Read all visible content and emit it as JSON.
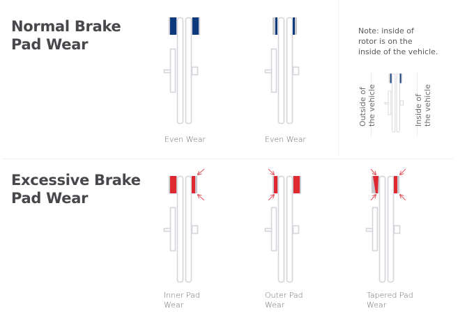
{
  "colors": {
    "normal_pad": "#0d3a7f",
    "worn_pad": "#e02830",
    "outline": "#d4d4da",
    "pad_backing": "#c9c9cf",
    "title_text": "#48484c",
    "caption_text": "#6b6b70"
  },
  "sections": {
    "normal": {
      "title_line1": "Normal Brake",
      "title_line2": "Pad Wear",
      "diagrams": [
        {
          "caption": "Even Wear",
          "pad_color": "normal",
          "wear": "none"
        },
        {
          "caption": "Even Wear",
          "pad_color": "normal",
          "wear": "thin"
        }
      ]
    },
    "excessive": {
      "title_line1": "Excessive Brake",
      "title_line2": "Pad Wear",
      "diagrams": [
        {
          "caption_line1": "Inner Pad",
          "caption_line2": "Wear",
          "wear": "inner"
        },
        {
          "caption_line1": "Outer Pad",
          "caption_line2": "Wear",
          "wear": "outer"
        },
        {
          "caption_line1": "Tapered Pad",
          "caption_line2": "Wear",
          "wear": "tapered"
        }
      ]
    }
  },
  "legend": {
    "note_line1": "Note: inside of",
    "note_line2": "rotor is on the",
    "note_line3": "inside of the vehicle.",
    "outside_line1": "Outside of",
    "outside_line2": "the vehicle",
    "inside_line1": "Inside of",
    "inside_line2": "the vehicle"
  }
}
